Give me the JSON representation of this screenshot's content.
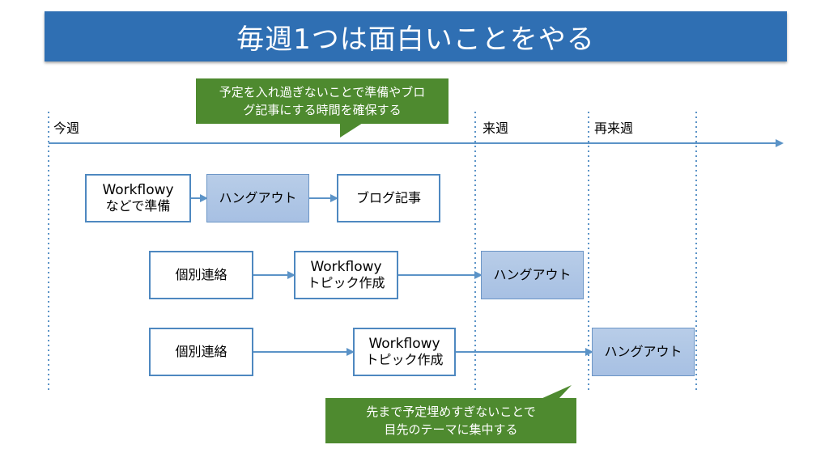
{
  "title": "毎週1つは面白いことをやる",
  "callouts": {
    "top": "予定を入れ過ぎないことで準備やブロ\nグ記事にする時間を確保する",
    "bottom": "先まで予定埋めすぎないことで\n目先のテーマに集中する"
  },
  "timeline": {
    "labels": [
      "今週",
      "来週",
      "再来週"
    ]
  },
  "rows": [
    {
      "boxes": [
        {
          "line1": "Workflowy",
          "line2": "などで準備"
        },
        {
          "line1": "ハングアウト",
          "line2": ""
        },
        {
          "line1": "ブログ記事",
          "line2": ""
        }
      ]
    },
    {
      "boxes": [
        {
          "line1": "個別連絡",
          "line2": ""
        },
        {
          "line1": "Workflowy",
          "line2": "トピック作成"
        },
        {
          "line1": "ハングアウト",
          "line2": ""
        }
      ]
    },
    {
      "boxes": [
        {
          "line1": "個別連絡",
          "line2": ""
        },
        {
          "line1": "Workflowy",
          "line2": "トピック作成"
        },
        {
          "line1": "ハングアウト",
          "line2": ""
        }
      ]
    }
  ],
  "colors": {
    "title_bg": "#2f6fb3",
    "callout_bg": "#4e8a2f",
    "line": "#5b93c7",
    "filled_box": "#a7c0e3"
  }
}
